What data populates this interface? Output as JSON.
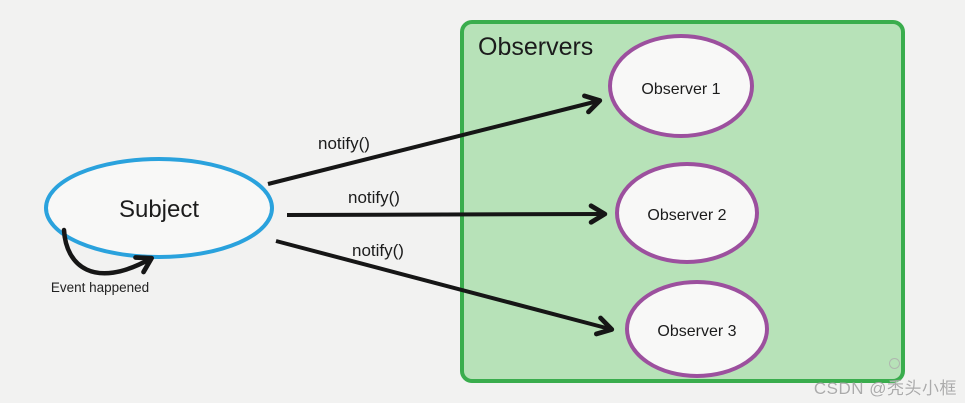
{
  "colors": {
    "background": "#f2f2f1",
    "text": "#1c1c1c",
    "arrow": "#161616",
    "node_fill": "#f8f8f7",
    "subject_stroke": "#2aa2dd",
    "observer_stroke": "#9c509e",
    "observers_box_fill": "#b7e2b8",
    "observers_box_stroke": "#3aad4d",
    "watermark": "#a6a6a6"
  },
  "diagram": {
    "subject": {
      "label": "Subject"
    },
    "self_loop": {
      "label": "Event happened"
    },
    "observers_box": {
      "title": "Observers"
    },
    "observers": [
      {
        "label": "Observer 1"
      },
      {
        "label": "Observer 2"
      },
      {
        "label": "Observer 3"
      }
    ],
    "edges": [
      {
        "label": "notify()"
      },
      {
        "label": "notify()"
      },
      {
        "label": "notify()"
      }
    ]
  },
  "watermark": {
    "text": "CSDN @秃头小框"
  }
}
